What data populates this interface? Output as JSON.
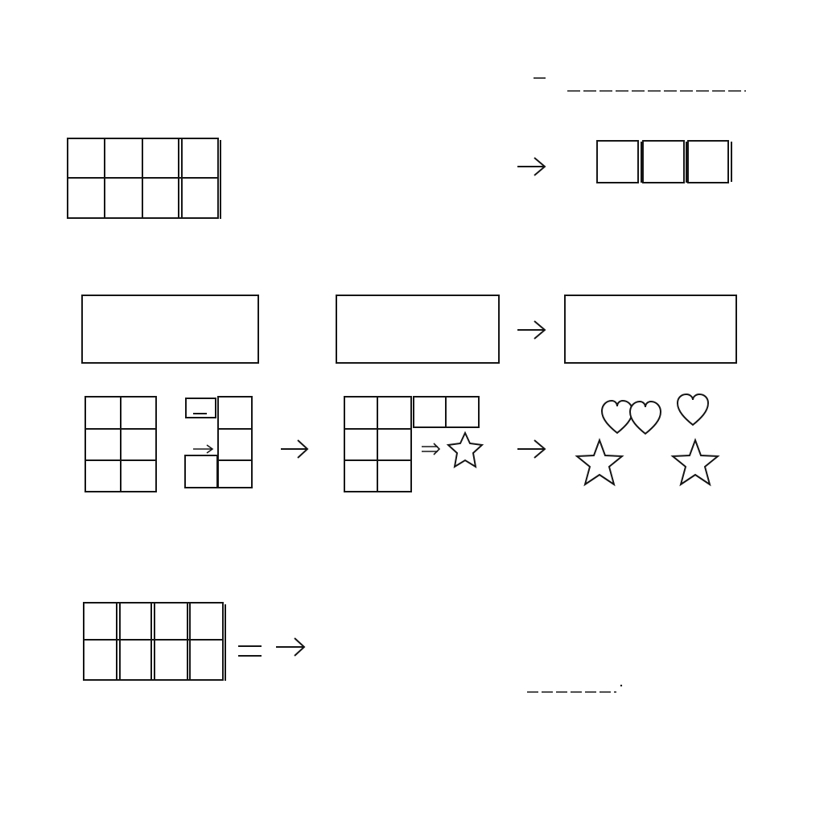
{
  "diagram": {
    "stroke_color": "#141414",
    "background": "#ffffff",
    "rows": [
      {
        "id": "row-1",
        "items": [
          "grid-2x4",
          "arrow",
          "boxes-1x3"
        ]
      },
      {
        "id": "row-2",
        "items": [
          "rectangle",
          "rectangle",
          "arrow",
          "rectangle"
        ]
      },
      {
        "id": "row-3",
        "items": [
          "grid-3x2",
          "partial-grid",
          "arrow",
          "grid-with-star",
          "arrow",
          "hearts-and-stars"
        ]
      },
      {
        "id": "row-4",
        "items": [
          "grid-2x4",
          "equals",
          "arrow"
        ]
      }
    ],
    "symbols": {
      "arrow": "→",
      "double_arrow": "⇒",
      "equals": "="
    },
    "icons": [
      "heart-icon",
      "star-icon"
    ]
  }
}
